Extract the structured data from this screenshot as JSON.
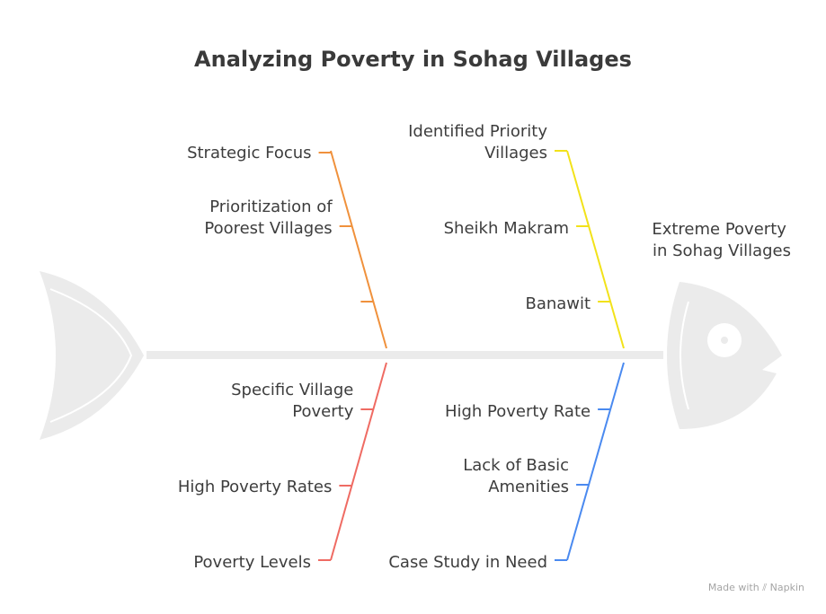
{
  "title": "Analyzing Poverty in Sohag Villages",
  "head_label": [
    "Extreme Poverty",
    "in Sohag Villages"
  ],
  "colors": {
    "orange": "#f0913c",
    "yellow": "#f2e21a",
    "red": "#ef6b63",
    "blue": "#4a8af0",
    "fish": "#ebebeb",
    "text": "#3d3d3d"
  },
  "branches": [
    {
      "color": "orange",
      "labels": [
        [
          "Strategic Focus"
        ],
        [
          "Prioritization of",
          "Poorest Villages"
        ],
        []
      ]
    },
    {
      "color": "yellow",
      "labels": [
        [
          "Identified Priority",
          "Villages"
        ],
        [
          "Sheikh Makram"
        ],
        [
          "Banawit"
        ]
      ]
    },
    {
      "color": "red",
      "labels": [
        [
          "Specific Village",
          "Poverty"
        ],
        [
          "High Poverty Rates"
        ],
        [
          "Poverty Levels"
        ]
      ]
    },
    {
      "color": "blue",
      "labels": [
        [
          "High Poverty Rate"
        ],
        [
          "Lack of Basic",
          "Amenities"
        ],
        [
          "Case Study in Need"
        ]
      ]
    }
  ],
  "watermark": {
    "prefix": "Made with",
    "brand": "Napkin",
    "icon": "napkin-logo-icon"
  }
}
